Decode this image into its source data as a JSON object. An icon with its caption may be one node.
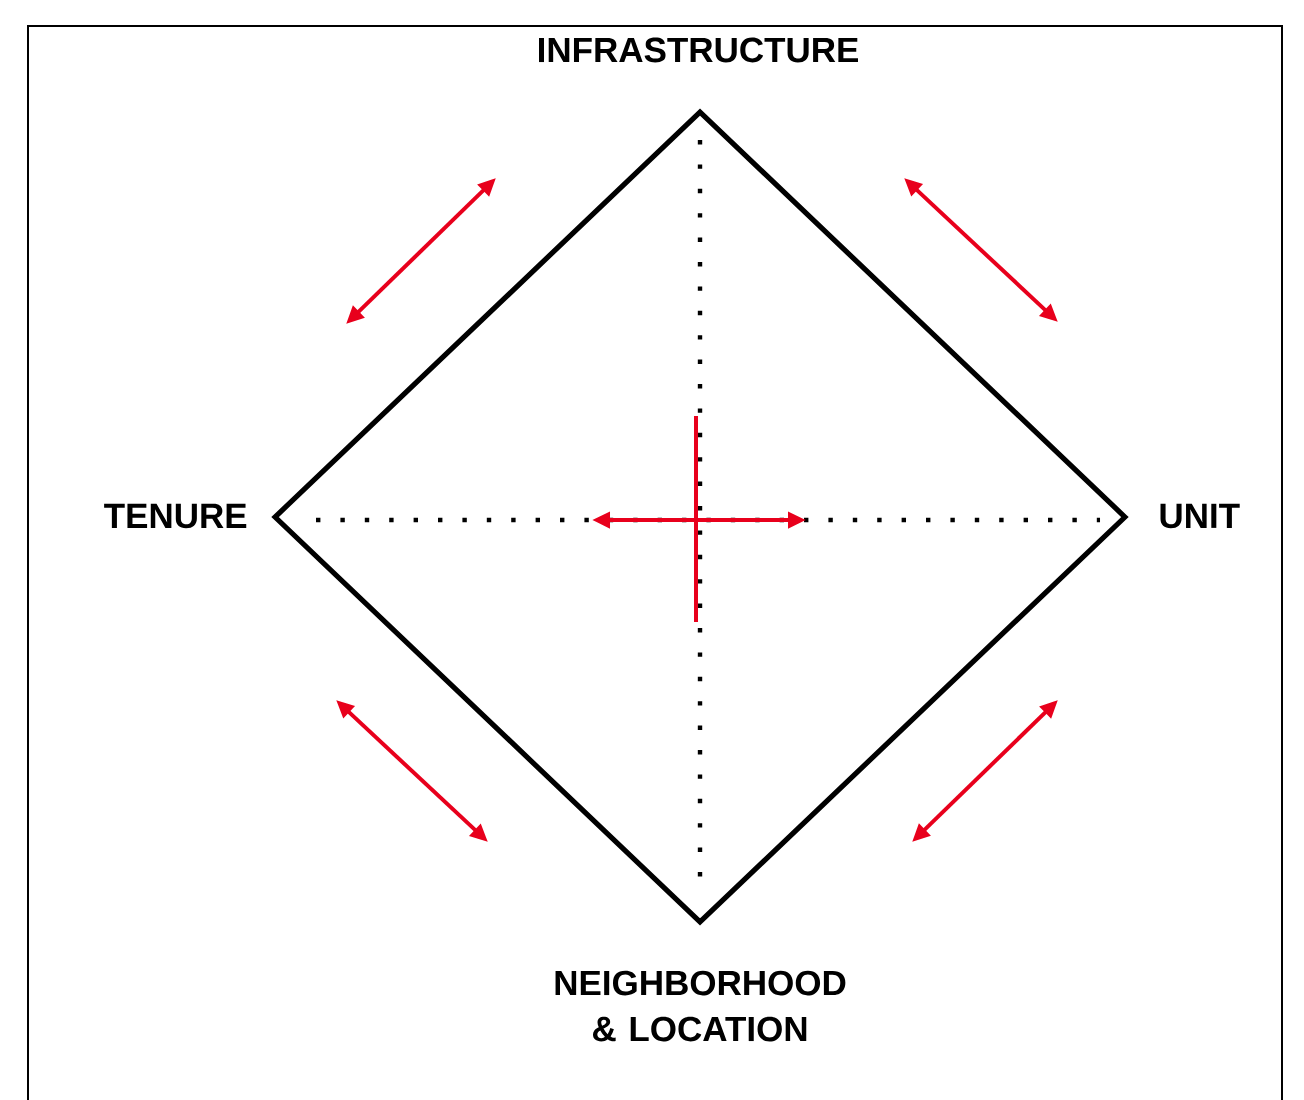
{
  "diagram": {
    "nodes": [
      {
        "text": [
          "INFRASTRUCTURE"
        ]
      },
      {
        "text": [
          "TENURE"
        ]
      },
      {
        "text": [
          "UNIT"
        ]
      },
      {
        "text": [
          "NEIGHBORHOOD & LOCATION"
        ]
      },
      {
        "text": [],
        "shape": "diamond"
      }
    ]
  }
}
